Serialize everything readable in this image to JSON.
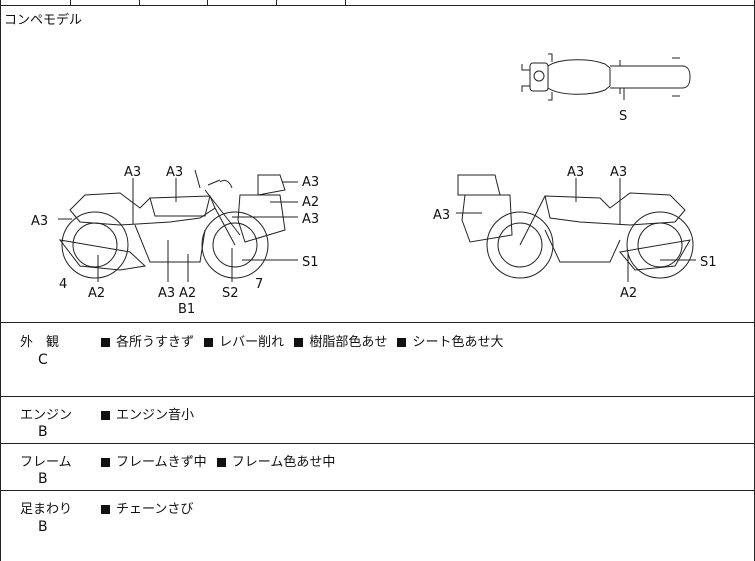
{
  "model_label": "コンペモデル",
  "diagram": {
    "top_view_labels": [
      "S"
    ],
    "left_view_labels": [
      "A3",
      "A3",
      "A3",
      "A3",
      "A2",
      "A3",
      "A2",
      "A3",
      "A2",
      "S2",
      "S1",
      "B1",
      "4",
      "7"
    ],
    "right_view_labels": [
      "A3",
      "A3",
      "A3",
      "A2",
      "S1"
    ]
  },
  "sections": [
    {
      "category": "外　観",
      "grade": "C",
      "items": [
        "各所うすきず",
        "レバー削れ",
        "樹脂部色あせ",
        "シート色あせ大"
      ]
    },
    {
      "category": "エンジン",
      "grade": "B",
      "items": [
        "エンジン音小"
      ]
    },
    {
      "category": "フレーム",
      "grade": "B",
      "items": [
        "フレームきず中",
        "フレーム色あせ中"
      ]
    },
    {
      "category": "足まわり",
      "grade": "B",
      "items": [
        "チェーンさび"
      ]
    }
  ]
}
